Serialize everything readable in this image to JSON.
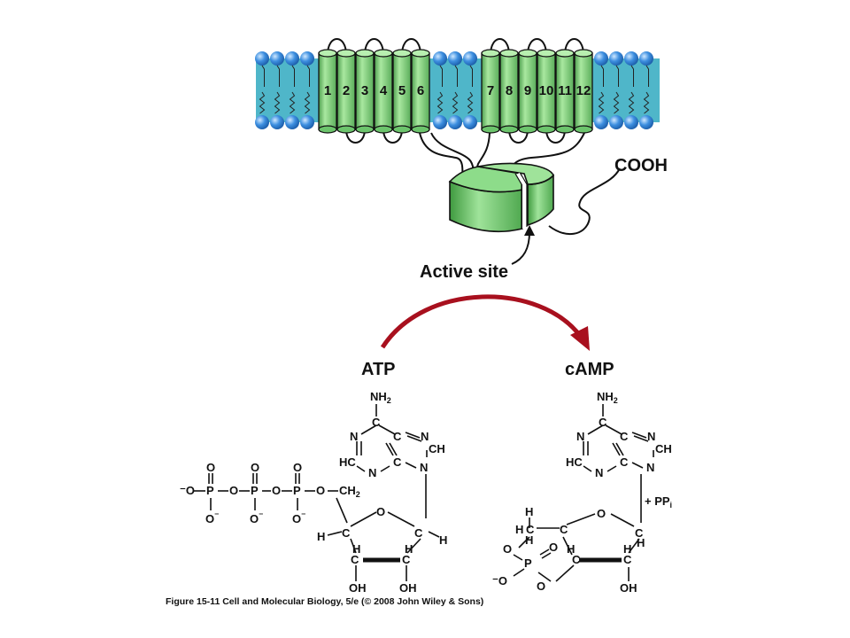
{
  "helices": [
    "1",
    "2",
    "3",
    "4",
    "5",
    "6",
    "7",
    "8",
    "9",
    "10",
    "11",
    "12"
  ],
  "labels": {
    "cooh": "COOH",
    "active_site": "Active site",
    "atp": "ATP",
    "camp": "cAMP"
  },
  "atp_structure": {
    "nh2": "NH",
    "nh2_sub": "2",
    "ring_c": "C",
    "ring_n": "N",
    "ring_ch": "CH",
    "ring_hc": "HC",
    "ring_o": "O",
    "phosphate_p": "P",
    "phosphate_o": "O",
    "neg_o": "⁻O",
    "o_minus": "O",
    "minus": "⁻",
    "ch2": "CH",
    "ch2_sub": "2",
    "h": "H",
    "oh": "OH"
  },
  "camp_structure": {
    "pp": "+ PP",
    "pp_sub": "i"
  },
  "colors": {
    "membrane_fill": "#4fb6c9",
    "lipid_head": "#2a8ae0",
    "helix_green": "#7dd47d",
    "helix_dark": "#4a9a4a",
    "arrow_red": "#a8101e"
  },
  "caption": "Figure 15-11  Cell and Molecular Biology, 5/e (© 2008 John Wiley & Sons)"
}
